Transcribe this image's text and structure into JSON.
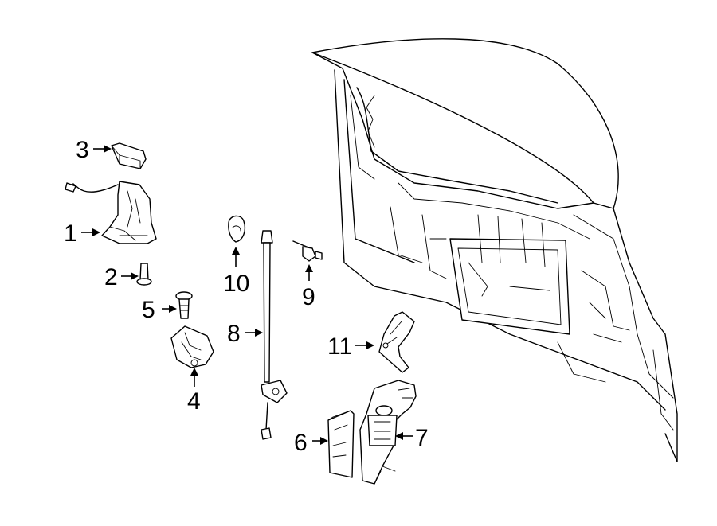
{
  "callouts": [
    {
      "key": "c1",
      "text": "1"
    },
    {
      "key": "c2",
      "text": "2"
    },
    {
      "key": "c3",
      "text": "3"
    },
    {
      "key": "c4",
      "text": "4"
    },
    {
      "key": "c5",
      "text": "5"
    },
    {
      "key": "c6",
      "text": "6"
    },
    {
      "key": "c7",
      "text": "7"
    },
    {
      "key": "c8",
      "text": "8"
    },
    {
      "key": "c9",
      "text": "9"
    },
    {
      "key": "c10",
      "text": "10"
    },
    {
      "key": "c11",
      "text": "11"
    }
  ],
  "colors": {
    "line": "#000000",
    "background": "#ffffff",
    "shade": "#efefef"
  }
}
